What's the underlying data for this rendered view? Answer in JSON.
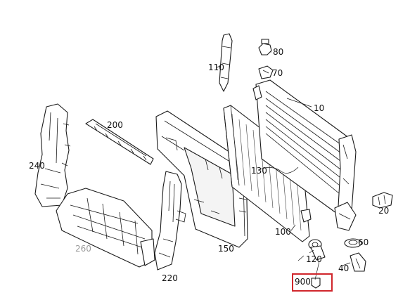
{
  "colors": {
    "line": "#1a1a1a",
    "highlight": "#d0262c",
    "faded_label": "#9a9a9a"
  },
  "callouts": {
    "c10": "10",
    "c20": "20",
    "c40": "40",
    "c60": "60",
    "c70": "70",
    "c80": "80",
    "c100": "100",
    "c110": "110",
    "c120": "120",
    "c130": "130",
    "c150": "150",
    "c200": "200",
    "c220": "220",
    "c240": "240",
    "c260": "260",
    "c900": "900"
  },
  "highlighted_part": "900"
}
